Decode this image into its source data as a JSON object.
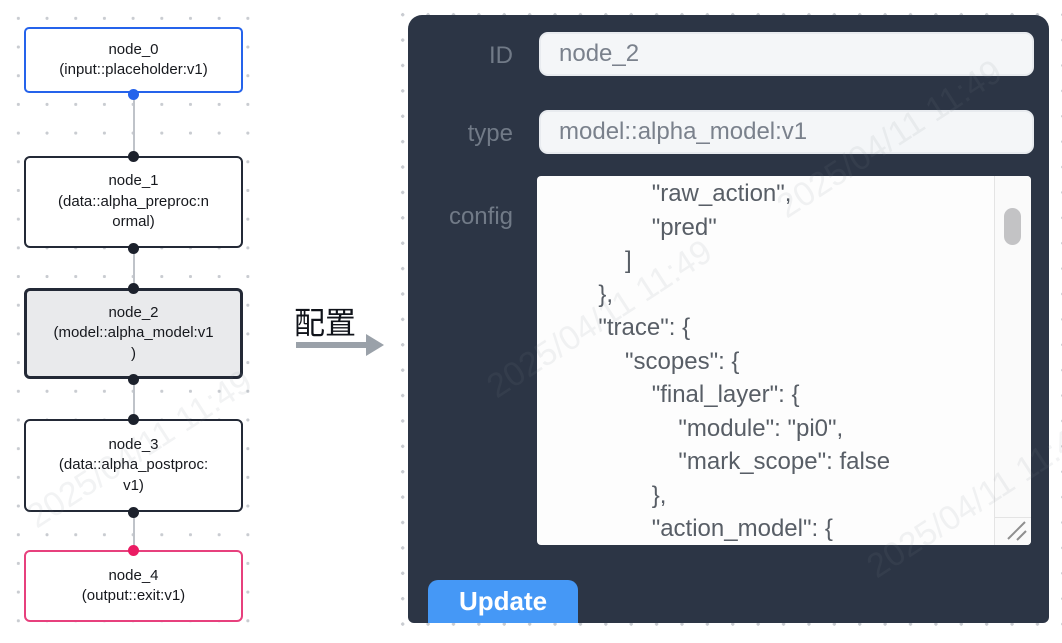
{
  "flow": {
    "nodes": [
      {
        "title": "node_0",
        "subtitle_lines": [
          "(input::placeholder:v1)"
        ],
        "border_color": "#2563eb",
        "state": "input"
      },
      {
        "title": "node_1",
        "subtitle_lines": [
          "(data::alpha_preproc:n",
          "ormal)"
        ],
        "border_color": "#232936",
        "state": "normal"
      },
      {
        "title": "node_2",
        "subtitle_lines": [
          "(model::alpha_model:v1",
          ")"
        ],
        "border_color": "#232936",
        "state": "selected"
      },
      {
        "title": "node_3",
        "subtitle_lines": [
          "(data::alpha_postproc:",
          "v1)"
        ],
        "border_color": "#232936",
        "state": "normal"
      },
      {
        "title": "node_4",
        "subtitle_lines": [
          "(output::exit:v1)"
        ],
        "border_color": "#e7407d",
        "state": "output"
      }
    ],
    "port_colors": {
      "input": "#2563eb",
      "default": "#1c212c",
      "output": "#ea1c63"
    }
  },
  "transfer": {
    "label": "配置"
  },
  "panel": {
    "background": "#2c3545",
    "id_label": "ID",
    "id_value": "node_2",
    "type_label": "type",
    "type_value": "model::alpha_model:v1",
    "config_label": "config",
    "config_lines": [
      "                \"raw_action\",",
      "                \"pred\"",
      "            ]",
      "        },",
      "        \"trace\": {",
      "            \"scopes\": {",
      "                \"final_layer\": {",
      "                    \"module\": \"pi0\",",
      "                    \"mark_scope\": false",
      "                },",
      "                \"action_model\": {"
    ],
    "update_label": "Update",
    "update_color": "#4598f6"
  },
  "watermark": "2025/04/11 11:49"
}
